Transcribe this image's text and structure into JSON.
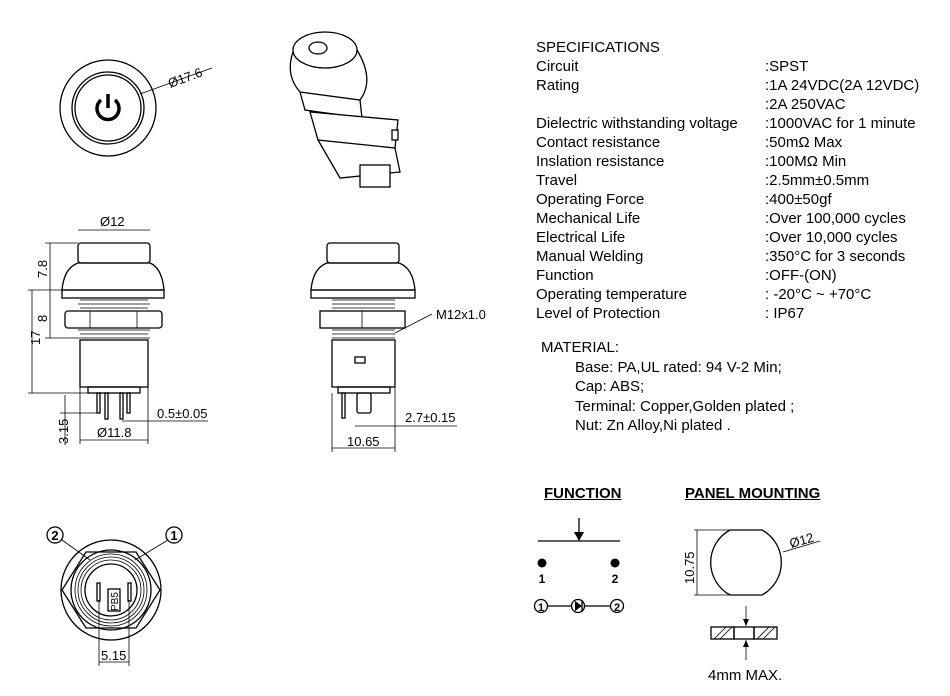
{
  "specifications": {
    "title": "SPECIFICATIONS",
    "rows": [
      {
        "label": "Circuit",
        "value": ":SPST"
      },
      {
        "label": "Rating",
        "value": ":1A 24VDC(2A 12VDC)"
      },
      {
        "label": "",
        "value": ":2A 250VAC"
      },
      {
        "label": "Dielectric withstanding voltage",
        "value": ":1000VAC for 1 minute"
      },
      {
        "label": "Contact resistance",
        "value": ":50mΩ   Max"
      },
      {
        "label": "Inslation resistance",
        "value": ":100MΩ  Min"
      },
      {
        "label": "Travel",
        "value": ":2.5mm±0.5mm"
      },
      {
        "label": "Operating Force",
        "value": ":400±50gf"
      },
      {
        "label": "Mechanical Life",
        "value": ":Over 100,000 cycles"
      },
      {
        "label": "Electrical Life",
        "value": ":Over 10,000 cycles"
      },
      {
        "label": "Manual Welding",
        "value": ":350°C for 3 seconds"
      },
      {
        "label": "Function",
        "value": ":OFF-(ON)"
      },
      {
        "label": "Operating temperature",
        "value": ": -20°C ~ +70°C"
      },
      {
        "label": "Level of Protection",
        "value": ": IP67"
      }
    ]
  },
  "material": {
    "title": "MATERIAL:",
    "items": [
      "Base: PA,UL rated: 94 V-2 Min;",
      "Cap: ABS;",
      "Terminal: Copper,Golden plated ;",
      "Nut: Zn Alloy,Ni plated ."
    ]
  },
  "dimensions": {
    "top_diameter": "Ø17.6",
    "cap_diameter": "Ø12",
    "cap_height": "7.8",
    "thread_length": "8",
    "body_height": "17",
    "pin_length": "3.15",
    "body_diameter": "Ø11.8",
    "pin_width": "0.5±0.05",
    "thread": "M12x1.0",
    "terminal_width": "2.7±0.15",
    "side_width": "10.65",
    "pin_spacing": "5.15",
    "pin_1": "1",
    "pin_2": "2",
    "marking": "PB5"
  },
  "function": {
    "title": "FUNCTION",
    "terminal_1": "1",
    "terminal_2": "2",
    "circle_1": "1",
    "circle_2": "2"
  },
  "panel_mounting": {
    "title": "PANEL MOUNTING",
    "height": "10.75",
    "diameter": "Ø12",
    "thickness": "4mm MAX."
  }
}
